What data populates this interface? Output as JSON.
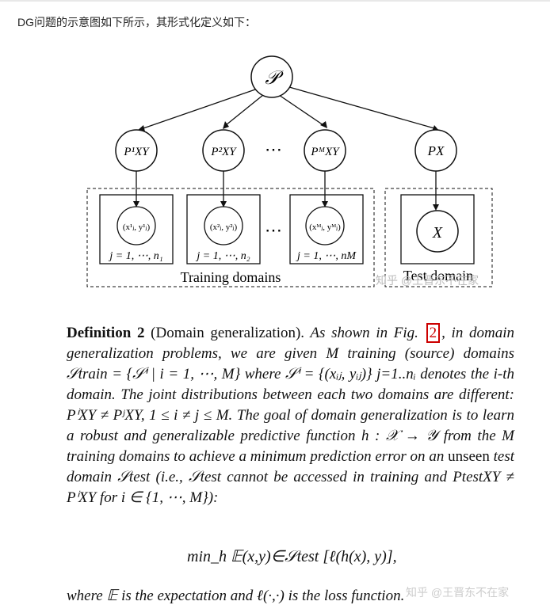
{
  "intro": "DG问题的示意图如下所示，其形式化定义如下：",
  "diagram": {
    "root": "𝒫",
    "training_nodes": [
      "P¹XY",
      "P²XY",
      "PᴹXY"
    ],
    "test_node": "PX",
    "ellipsis": "⋯",
    "sample_labels": [
      "(x¹ⱼ, y¹ⱼ)",
      "(x²ⱼ, y²ⱼ)",
      "(xᴹⱼ, yᴹⱼ)"
    ],
    "test_sample": "X",
    "plate_labels": [
      "j = 1, ⋯, n₁",
      "j = 1, ⋯, n₂",
      "j = 1, ⋯, nM"
    ],
    "training_domains_label": "Training domains",
    "test_domain_label": "Test domain"
  },
  "definition": {
    "heading": "Definition 2",
    "heading_paren": "(Domain generalization).",
    "text_1": "As shown in Fig.",
    "fig_ref": "2",
    "text_2": ", in domain generalization problems, we are given M training (source) domains 𝒮train = {𝒮ⁱ | i = 1, ⋯, M} where 𝒮ⁱ = {(xᵢⱼ, yᵢⱼ)} j=1..nᵢ denotes the i-th domain. The joint distributions between each two domains are different: PⁱXY ≠ PʲXY, 1 ≤ i ≠ j ≤ M. The goal of domain generalization is to learn a robust and generalizable predictive function h : 𝒳 → 𝒴 from the M training domains to achieve a minimum prediction error on an",
    "unseen": "unseen",
    "text_3": "test domain 𝒮test (i.e., 𝒮test cannot be accessed in training and PtestXY ≠ PⁱXY for i ∈ {1, ⋯, M}):"
  },
  "formula": "min_h 𝔼(x,y)∈𝒮test [ℓ(h(x), y)],",
  "cut_line": "where 𝔼 is the expectation and ℓ(·,·) is the loss function.",
  "watermarks": [
    "知乎 @王晋东不在家",
    "知乎 @王晋东不在家"
  ]
}
